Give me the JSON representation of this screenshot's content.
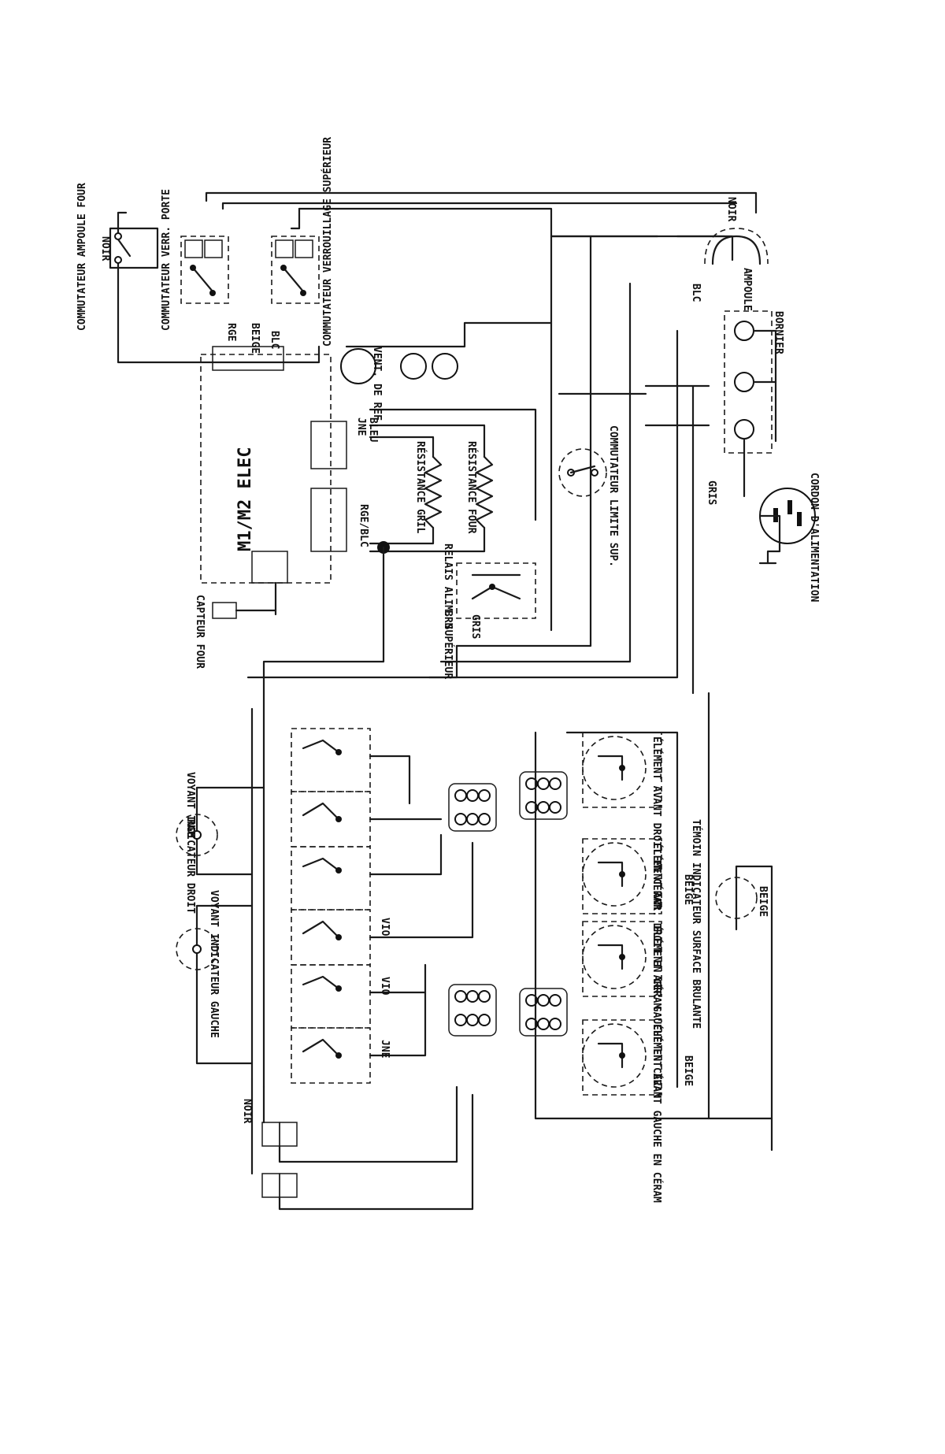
{
  "module": {
    "label": "M1/M2 ELEC"
  },
  "components": {
    "commutateur_ampoule_four": "COMMUTATEUR AMPOULE FOUR",
    "commutateur_verr_porte": "COMMUTATEUR VERR. PORTE",
    "commutateur_verrouillage_superieur": "COMMUTATEUR VERROUILLAGE SUPÉRIEUR",
    "ampoule": "AMPOULE",
    "bornier": "BORNIER",
    "cordon_alimentation": "CORDON D'ALIMENTATION",
    "vent_de_ref": "VENT. DE REF",
    "resistance_gril": "RÉSISTANCE GRIL",
    "resistance_four": "RÉSISTANCE FOUR",
    "commutateur_limite_sup": "COMMUTATEUR LIMITE SUP.",
    "relais_alim_superieur": "RELAIS ALIM. SUPÉRIEUR",
    "capteur_four": "CAPTEUR FOUR",
    "voyant_indicateur_droit": "VOYANT INDICATEUR DROIT",
    "voyant_indicateur_gauche": "VOYANT INDICATEUR GAUCHE",
    "element_avant_droit": "ÉLÉMENT AVANT DROIT EN CÉRAM",
    "element_arr_droit": "ÉLÉMENT ARR. DROIT EN CÉRAM",
    "element_arr_gauche": "ÉLÉMENT ARR. GAUCHE EN CÉRAM",
    "element_avant_gauche": "ÉLÉMENT AVANT GAUCHE EN CÉRAM",
    "temoin_surface_brulante": "TÉMOIN INDICATEUR SURFACE BRULANTE"
  },
  "wires": {
    "noir": "NOIR",
    "rge": "RGE",
    "blc": "BLC",
    "beige": "BEIGE",
    "bleu": "BLEU",
    "jne": "JNE",
    "gris": "GRIS",
    "vio": "VIO",
    "brn": "BRN",
    "rge_blc": "RGE/BLC"
  }
}
